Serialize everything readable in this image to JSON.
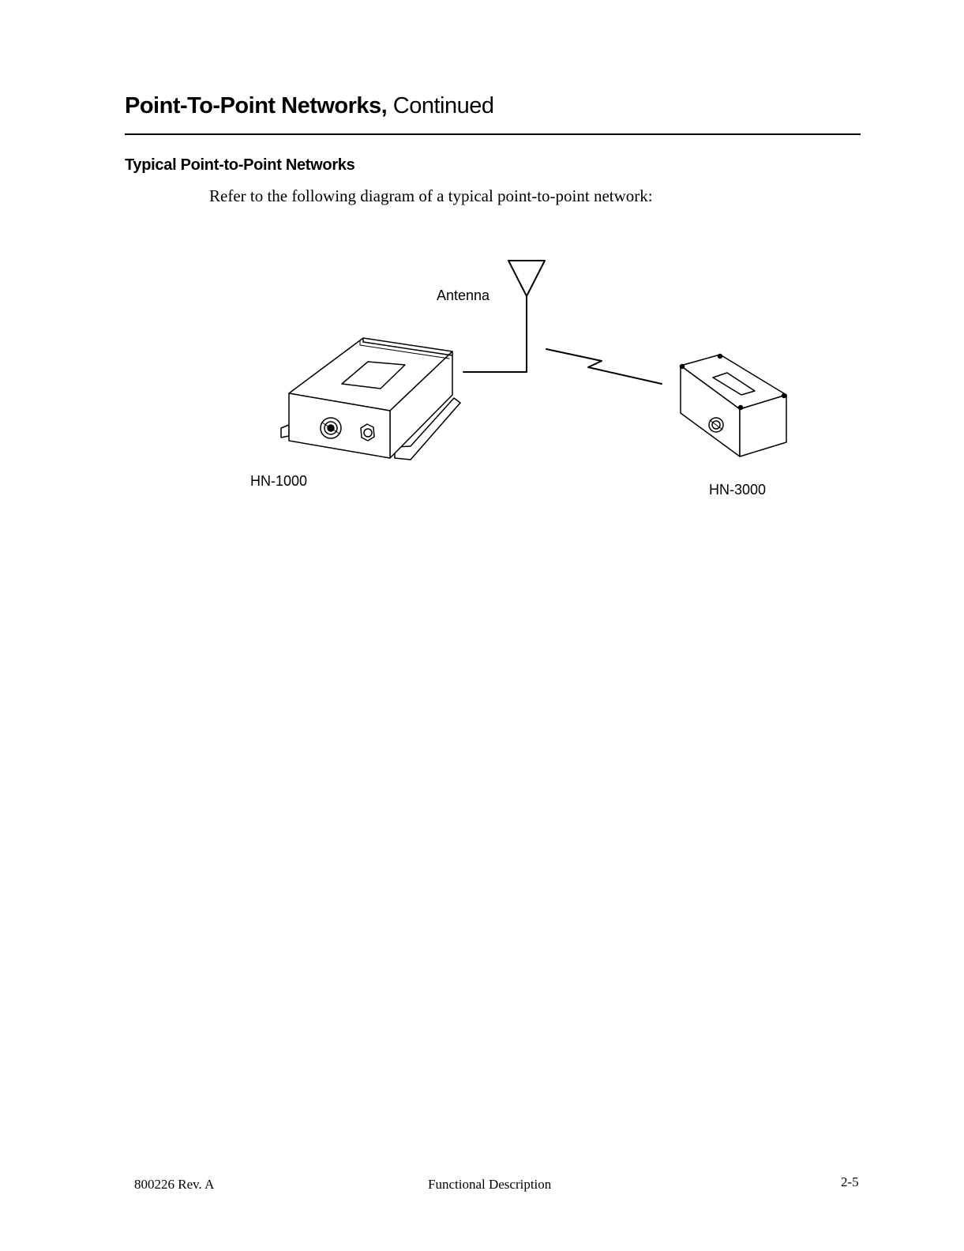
{
  "header": {
    "title_bold": "Point-To-Point Networks,",
    "title_rest": " Continued"
  },
  "section": {
    "heading": "Typical Point-to-Point Networks",
    "intro": "Refer to the following diagram of a typical point-to-point network:"
  },
  "diagram": {
    "antenna_label": "Antenna",
    "device_left_label": "HN-1000",
    "device_right_label": "HN-3000"
  },
  "footer": {
    "doc_number": "800226 Rev. A",
    "section_name": "Functional Description",
    "page_number": "2-5"
  }
}
